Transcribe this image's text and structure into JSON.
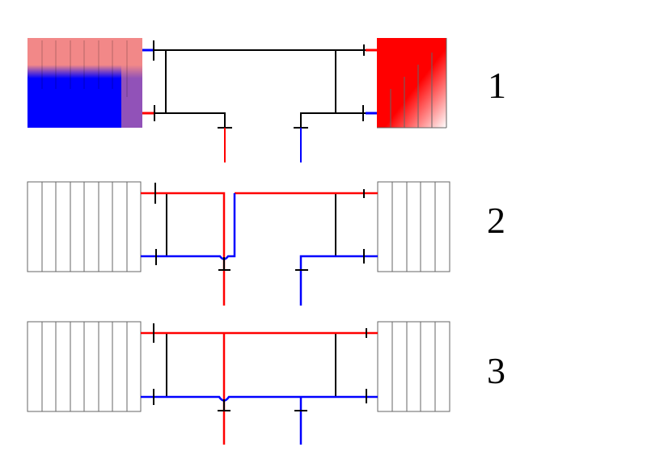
{
  "labels": [
    "1",
    "2",
    "3"
  ],
  "colors": {
    "hot": "#ff0000",
    "cold": "#0000ff",
    "pipe": "#000000",
    "warm": "#f28888"
  }
}
